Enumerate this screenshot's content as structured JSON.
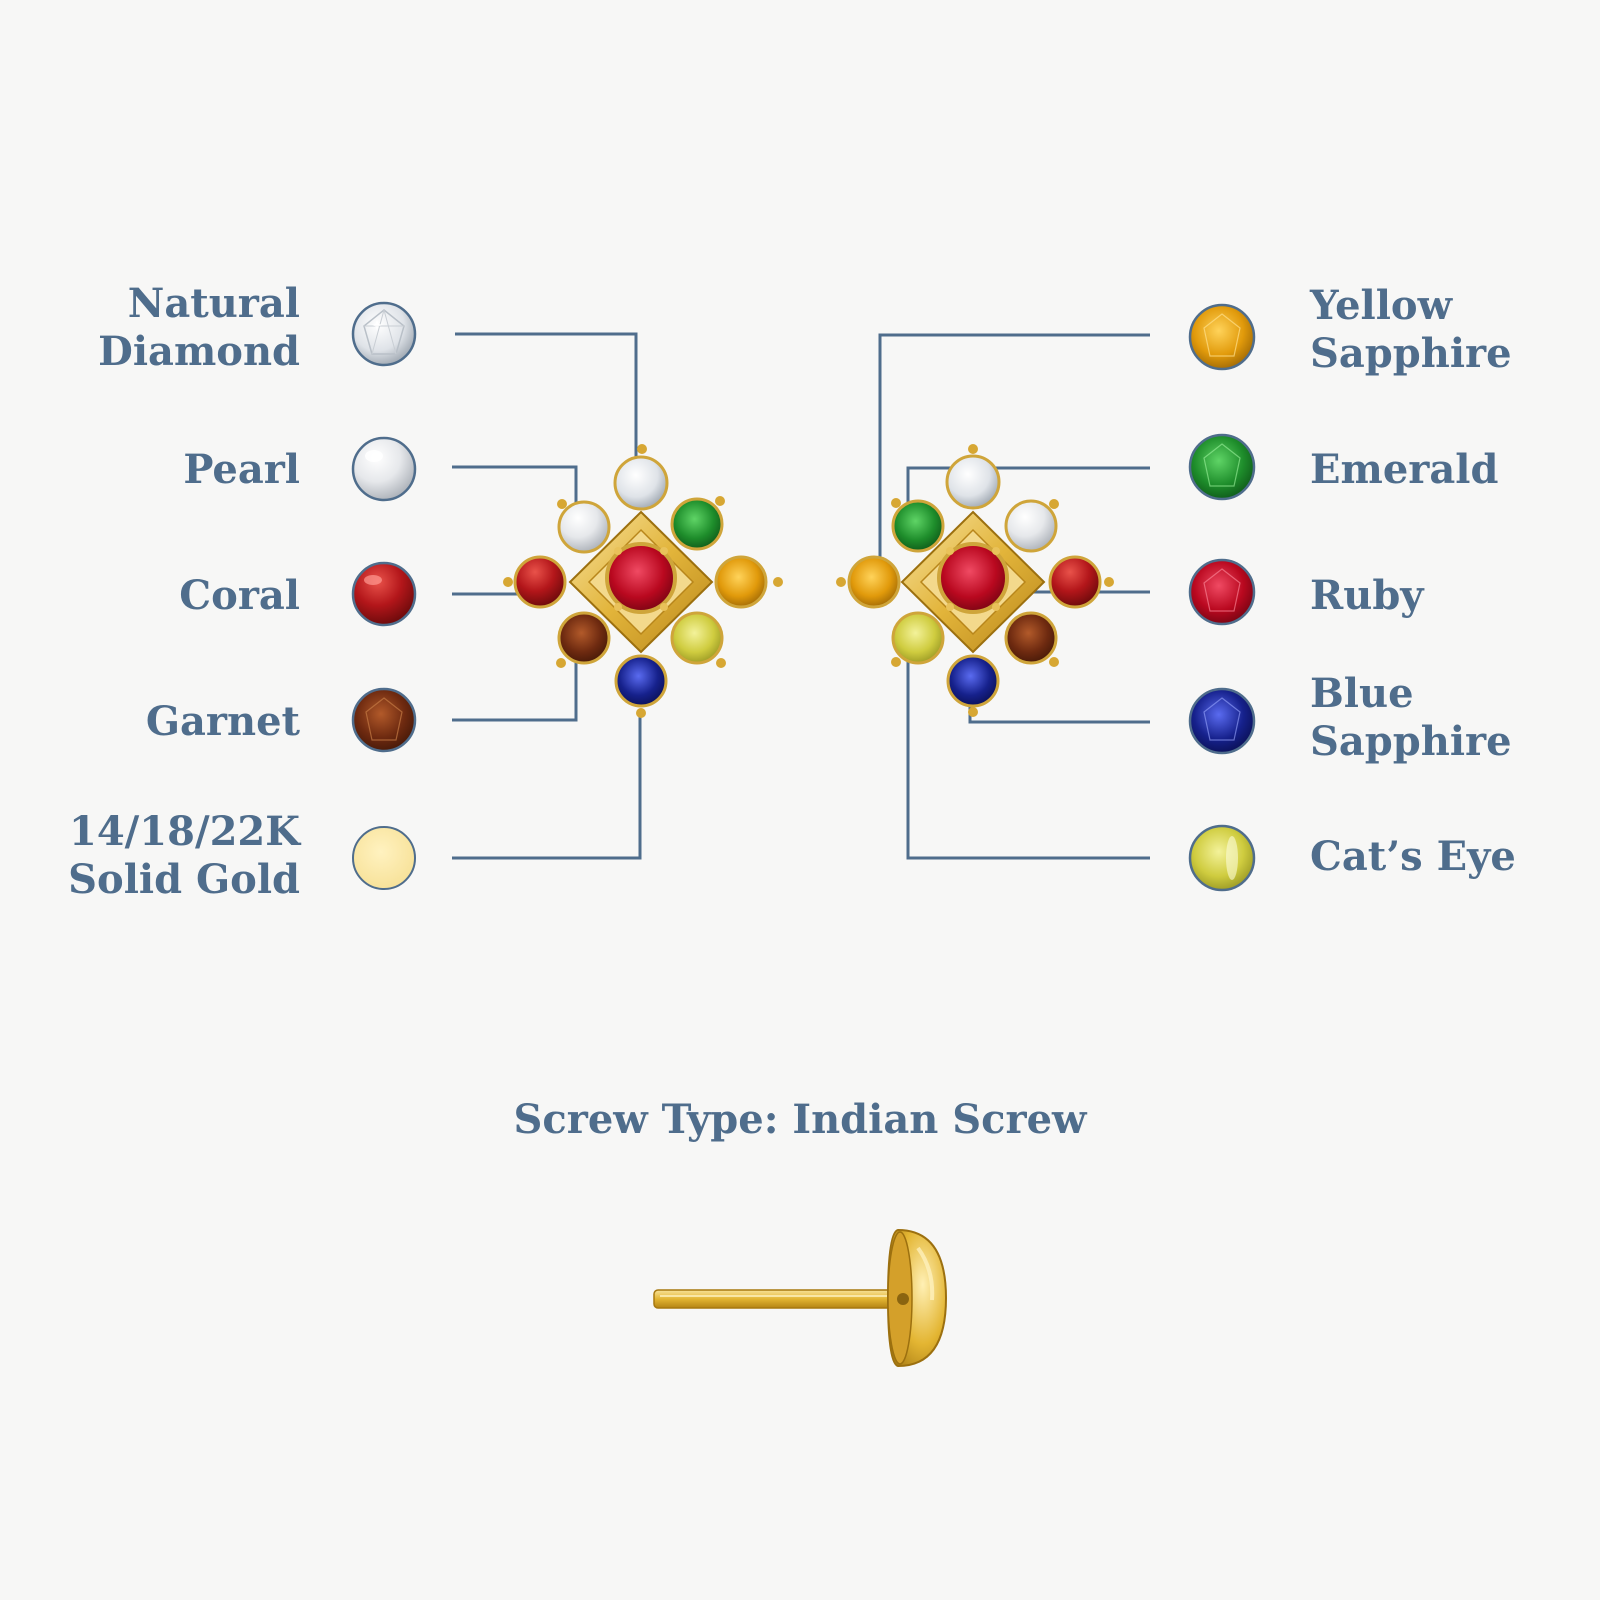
{
  "colors": {
    "background": "#f7f7f6",
    "label": "#4f6d8c",
    "leader_line": "#4f6d8c",
    "gold": "#e2b43a",
    "gold_light": "#f7e3a0",
    "gold_dark": "#b8861b"
  },
  "left_legend": [
    {
      "lines": [
        "Natural",
        "Diamond"
      ],
      "icon": "diamond-icon",
      "color": "#eef1f4"
    },
    {
      "lines": [
        "Pearl"
      ],
      "icon": "pearl-icon",
      "color": "#e9ebee"
    },
    {
      "lines": [
        "Coral"
      ],
      "icon": "coral-icon",
      "color": "#b3161a"
    },
    {
      "lines": [
        "Garnet"
      ],
      "icon": "garnet-icon",
      "color": "#6e2a10"
    },
    {
      "lines": [
        "14/18/22K",
        "Solid Gold"
      ],
      "icon": "gold-swatch-icon",
      "color": "#f9e7a4"
    }
  ],
  "right_legend": [
    {
      "lines": [
        "Yellow",
        "Sapphire"
      ],
      "icon": "yellow-sapphire-icon",
      "color": "#e19a0b"
    },
    {
      "lines": [
        "Emerald"
      ],
      "icon": "emerald-icon",
      "color": "#1e8d2b"
    },
    {
      "lines": [
        "Ruby"
      ],
      "icon": "ruby-icon",
      "color": "#b9081f"
    },
    {
      "lines": [
        "Blue",
        "Sapphire"
      ],
      "icon": "blue-sapphire-icon",
      "color": "#16218c"
    },
    {
      "lines": [
        "Cat’s Eye"
      ],
      "icon": "cats-eye-icon",
      "color": "#d8d64f"
    }
  ],
  "screw": {
    "title": "Screw Type: Indian Screw",
    "icon": "indian-screw-icon"
  },
  "earrings": {
    "left_icon": "left-earring-icon",
    "right_icon": "right-earring-icon"
  }
}
